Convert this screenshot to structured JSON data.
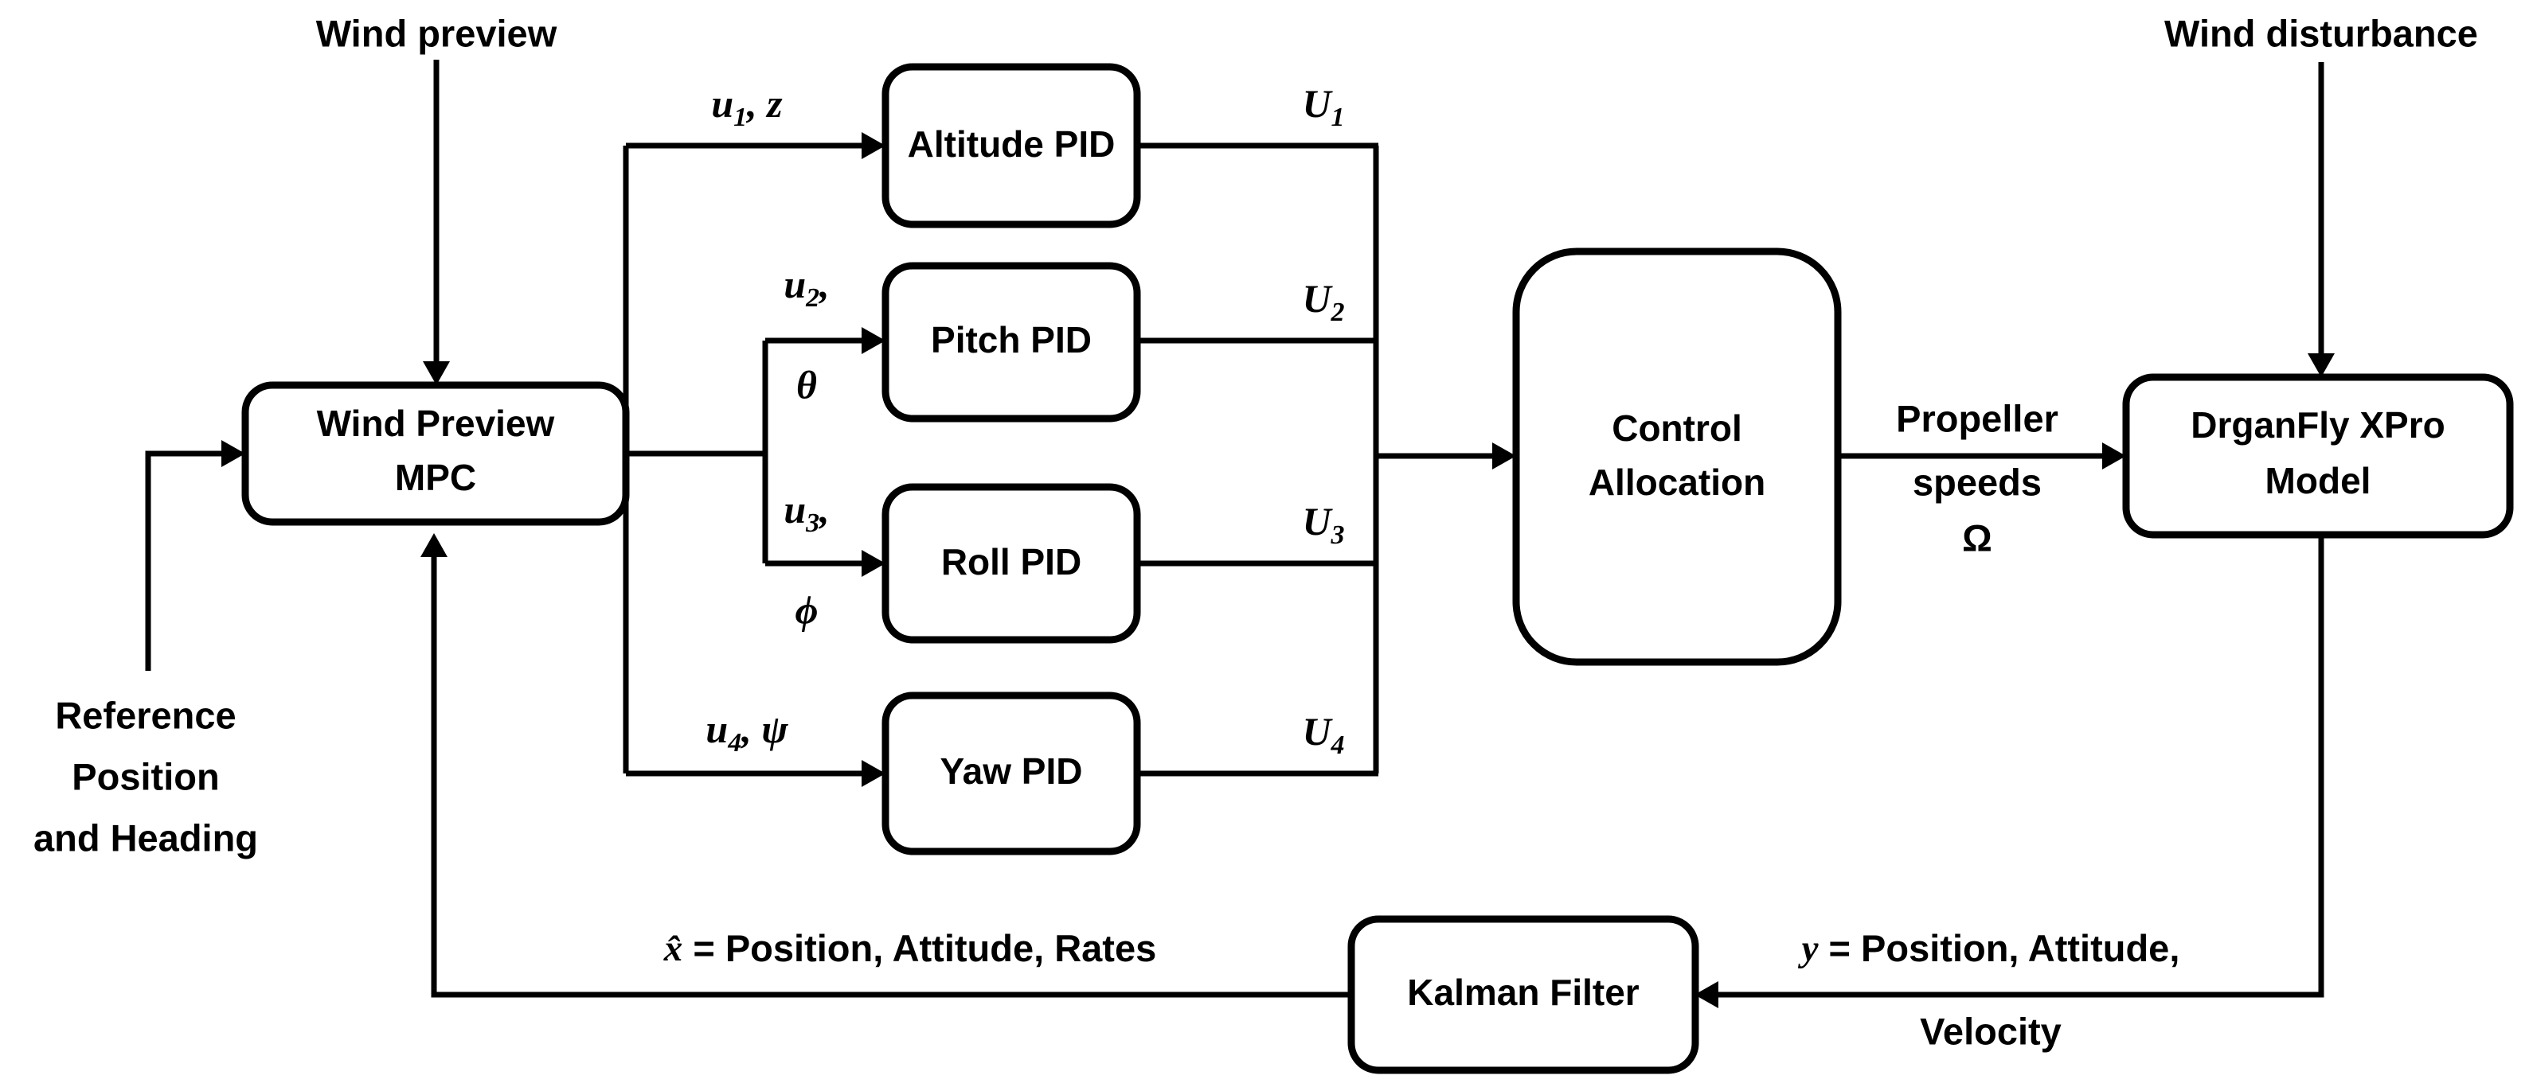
{
  "diagram": {
    "title": "Wind Preview MPC quadrotor control block diagram",
    "ink_color": "#000000",
    "background_color": "#ffffff"
  },
  "blocks": {
    "mpc": {
      "line1": "Wind Preview",
      "line2": "MPC"
    },
    "altitude_pid": {
      "label": "Altitude PID"
    },
    "pitch_pid": {
      "label": "Pitch PID"
    },
    "roll_pid": {
      "label": "Roll PID"
    },
    "yaw_pid": {
      "label": "Yaw PID"
    },
    "control_allocation": {
      "line1": "Control",
      "line2": "Allocation"
    },
    "plant": {
      "line1": "DrganFly XPro",
      "line2": "Model"
    },
    "kalman_filter": {
      "label": "Kalman Filter"
    }
  },
  "external_inputs": {
    "wind_preview": "Wind preview",
    "wind_disturbance": "Wind disturbance",
    "reference": {
      "line1": "Reference",
      "line2": "Position",
      "line3": "and Heading"
    }
  },
  "signals": {
    "u1": {
      "base": "u",
      "sub": "1",
      "rest": ", z"
    },
    "u2": {
      "base": "u",
      "sub": "2",
      "rest": ",",
      "second_line": "θ"
    },
    "u3": {
      "base": "u",
      "sub": "3",
      "rest": ",",
      "second_line": "ϕ"
    },
    "u4": {
      "base": "u",
      "sub": "4",
      "rest": ", ψ"
    },
    "U1": {
      "base": "U",
      "sub": "1"
    },
    "U2": {
      "base": "U",
      "sub": "2"
    },
    "U3": {
      "base": "U",
      "sub": "3"
    },
    "U4": {
      "base": "U",
      "sub": "4"
    },
    "propeller_speeds": {
      "line1": "Propeller",
      "line2": "speeds",
      "line3": "Ω"
    },
    "state_estimate": {
      "symbol": "x̂",
      "text": "= Position, Attitude, Rates"
    },
    "measurement": {
      "symbol": "y",
      "line1": "= Position, Attitude,",
      "line2": "Velocity"
    }
  }
}
